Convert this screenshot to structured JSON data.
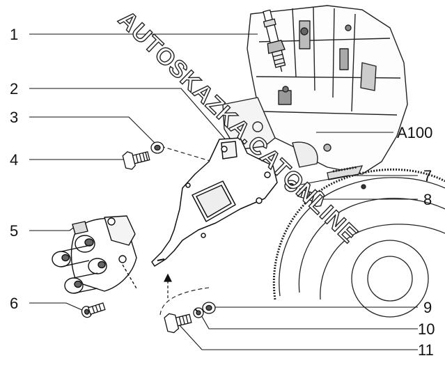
{
  "diagram": {
    "callouts": {
      "c1": "1",
      "c2": "2",
      "c3": "3",
      "c4": "4",
      "c5": "5",
      "c6": "6",
      "c7": "7",
      "c8": "8",
      "c9": "9",
      "c10": "10",
      "c11": "11",
      "ref": "A100"
    },
    "watermark": "AUTOSKAZKA.CATONLINE"
  },
  "colors": {
    "line": "#111111",
    "fill": "#ffffff",
    "shade": "#555555"
  }
}
